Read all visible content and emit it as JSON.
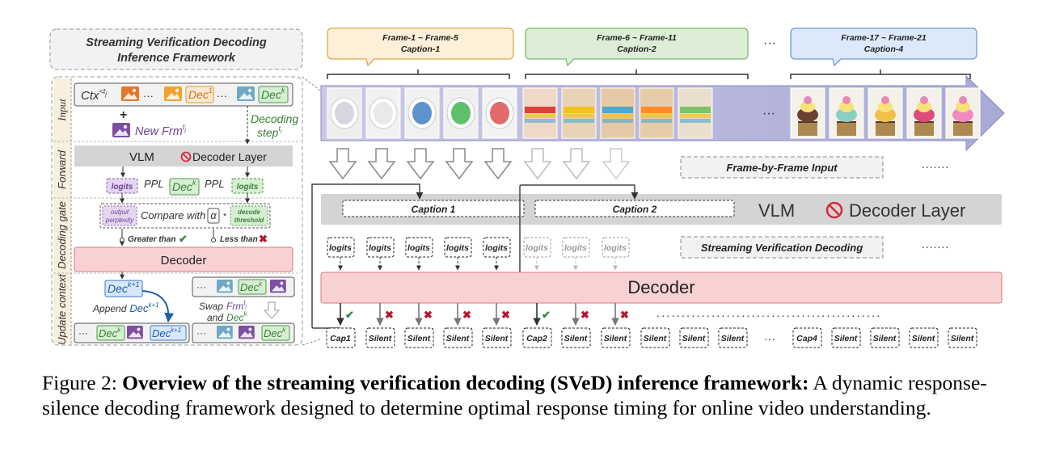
{
  "framework_title": [
    "Streaming Verification Decoding",
    "Inference Framework"
  ],
  "stages": [
    "Input",
    "Forward",
    "Decoding gate",
    "Update context"
  ],
  "left": {
    "ctx": "Ctx",
    "ctx_sup": "<t",
    "ctx_sup_sub": "j",
    "dec1": "Dec",
    "dec1_sup": "1",
    "deck": "Dec",
    "deck_sup": "k",
    "new_frm": "New Frm",
    "new_frm_sup": "t",
    "new_frm_sup_sub": "j",
    "decoding_step": "Decoding",
    "decoding_step_2": "step",
    "decoding_step_sup": "t",
    "decoding_step_sup_sub": "i",
    "vlm": "VLM",
    "decoder_layer": "Decoder Layer",
    "logits": "logits",
    "ppl": "PPL",
    "output_perplexity": [
      "output",
      "perplexity"
    ],
    "compare_with": "Compare with",
    "alpha": "α",
    "times": "*",
    "decode_threshold": [
      "decode",
      "threshold"
    ],
    "greater_than": "Greater than",
    "less_than": "Less than",
    "decoder": "Decoder",
    "dec_k1": "Dec",
    "dec_k1_sup": "k+1",
    "append": "Append",
    "swap": "Swap",
    "swap_frm": "Frm",
    "and": "and",
    "ellipsis": "···"
  },
  "right": {
    "frame_groups": [
      {
        "frames": "Frame-1 ~ Frame-5",
        "caption": "Caption-1",
        "fill": "#fdefd8",
        "stroke": "#e8a547"
      },
      {
        "frames": "Frame-6 ~ Frame-11",
        "caption": "Caption-2",
        "fill": "#dcefd6",
        "stroke": "#7cbc6a"
      },
      {
        "frames": "Frame-17 ~ Frame-21",
        "caption": "Caption-4",
        "fill": "#dce9fb",
        "stroke": "#6d9bd8"
      }
    ],
    "ellipsis": "···",
    "dots": ".......",
    "frame_by_frame": "Frame-by-Frame Input",
    "caption_boxes": [
      "Caption 1",
      "Caption 2"
    ],
    "vlm": "VLM",
    "decoder_layer": "Decoder Layer",
    "svd_label": "Streaming Verification Decoding",
    "logits": "logits",
    "decoder": "Decoder",
    "outputs": [
      "Cap1",
      "Silent",
      "Silent",
      "Silent",
      "Silent",
      "Cap2",
      "Silent",
      "Silent",
      "Silent",
      "Silent",
      "Silent",
      "Cap4",
      "Silent",
      "Silent",
      "Silent",
      "Silent"
    ]
  },
  "figure_caption": {
    "label": "Figure 2:",
    "bold": "Overview of the streaming verification decoding (SVeD) inference framework:",
    "text": " A dynamic response-silence decoding framework designed to determine optimal response timing for online video understanding."
  },
  "colors": {
    "vlm_gray": "#d4d4d4",
    "decoder_pink": "#f8d2d2",
    "decoder_stroke": "#d47a7a",
    "logits_purple": "#e4d6f0",
    "logits_purple_stroke": "#8a5db0",
    "dec_green": "#d6efd2",
    "dec_green_stroke": "#4b9a45",
    "dec_blue": "#d7e8fb",
    "dec_blue_stroke": "#3d78c2",
    "dec1_orange": "#fde9cf",
    "dec1_orange_stroke": "#e0962e",
    "check_green": "#2e8b3e",
    "cross_red": "#b3182a",
    "arrow_purple_bg": "#b8b8d8"
  },
  "icons": [
    "image-icon",
    "no-entry-icon",
    "check-icon",
    "cross-icon",
    "down-arrow-icon",
    "plus-icon"
  ]
}
